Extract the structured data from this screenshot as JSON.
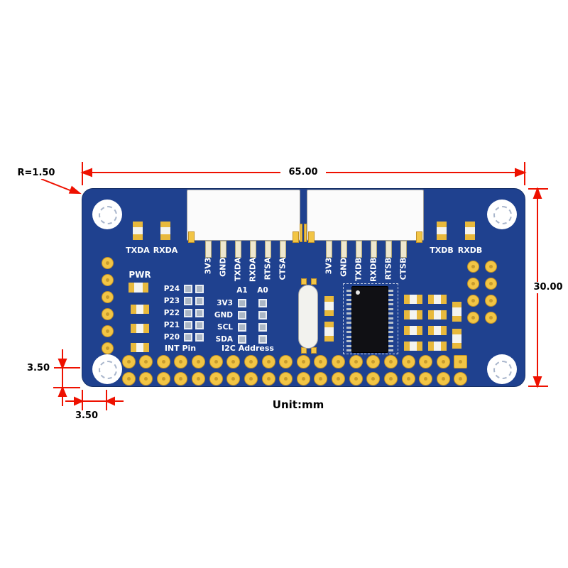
{
  "meta": {
    "board_color": "#1f418f",
    "pad_color": "#f2c545",
    "dim_color": "#ee1100",
    "silk_color": "#ffffff"
  },
  "dimensions": {
    "width_label": "65.00",
    "height_label": "30.00",
    "radius_label": "R=1.50",
    "hole_offset_vertical": "3.50",
    "hole_offset_horizontal": "3.50",
    "unit_label": "Unit:mm"
  },
  "board": {
    "leds_a": [
      "TXDA",
      "RXDA"
    ],
    "leds_b": [
      "TXDB",
      "RXDB"
    ],
    "pwr_label": "PWR",
    "uart_a_pins": [
      "3V3",
      "GND",
      "TXDA",
      "RXDA",
      "RTSA",
      "CTSA"
    ],
    "uart_b_pins": [
      "3V3",
      "GND",
      "TXDB",
      "RXDB",
      "RTSB",
      "CTSB"
    ],
    "int_pins": [
      "P24",
      "P23",
      "P22",
      "P21",
      "P20"
    ],
    "int_caption": "INT Pin",
    "i2c": {
      "columns": [
        "A1",
        "A0"
      ],
      "rows": [
        "3V3",
        "GND",
        "SCL",
        "SDA"
      ],
      "caption": "I2C Address"
    },
    "gpio": {
      "rows": 2,
      "cols": 20
    },
    "left_pads": 6,
    "right_pad_grid": {
      "rows": 4,
      "cols": 2
    }
  }
}
